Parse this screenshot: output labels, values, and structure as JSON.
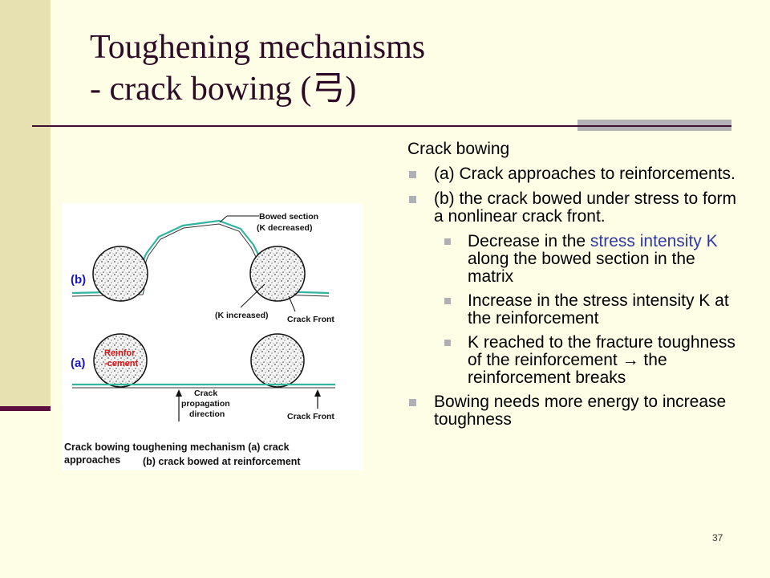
{
  "title": {
    "line1": "Toughening mechanisms",
    "line2": "- crack bowing (弓)"
  },
  "figure": {
    "label_b": "(b)",
    "label_a": "(a)",
    "bowed_section": "Bowed section",
    "k_decreased": "(K decreased)",
    "k_increased": "(K increased)",
    "crack_front_top": "Crack Front",
    "crack_front_bottom": "Crack Front",
    "reinforcement_1": "Reinfor",
    "reinforcement_2": "-cement",
    "propagation_1": "Crack",
    "propagation_2": "propagation",
    "propagation_3": "direction",
    "caption_1": "Crack bowing toughening mechanism (a) crack",
    "caption_2": "approaches",
    "caption_3": "(b) crack bowed at reinforcement"
  },
  "body": {
    "lead": "Crack bowing",
    "b1": "(a) Crack approaches to reinforcements.",
    "b2": "(b) the crack bowed under stress to form a nonlinear crack front.",
    "b2_1_hl": "stress intensity K",
    "b2_1_pre": "Decrease in the ",
    "b2_1_post": " along the bowed section in the matrix",
    "b2_2": "Increase in the stress intensity K at the reinforcement",
    "b2_3": "K reached to the fracture toughness of the reinforcement → the reinforcement breaks",
    "b3": "Bowing needs more energy to increase toughness"
  },
  "slide_number": "37",
  "colors": {
    "background": "#fefde6",
    "side_bar": "#e7e0b0",
    "title": "#2d0a26",
    "highlight": "#2f3aa6",
    "crack_line": "#2fb5a0",
    "label_blue": "#1616c8",
    "label_red": "#e01010"
  }
}
